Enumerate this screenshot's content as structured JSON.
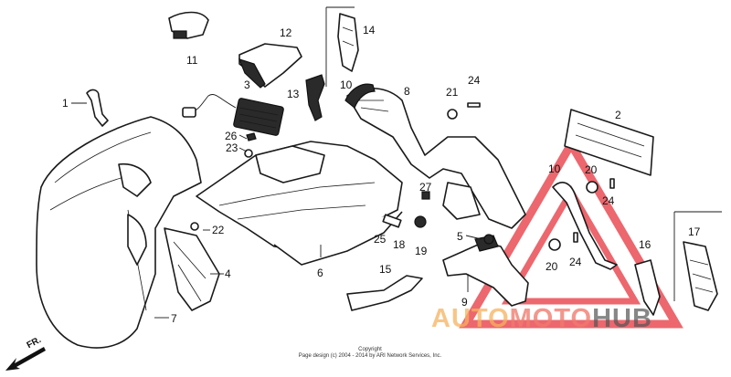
{
  "diagram": {
    "callouts": [
      {
        "id": "1",
        "label": "1"
      },
      {
        "id": "2",
        "label": "2"
      },
      {
        "id": "3",
        "label": "3"
      },
      {
        "id": "4",
        "label": "4"
      },
      {
        "id": "5",
        "label": "5"
      },
      {
        "id": "6",
        "label": "6"
      },
      {
        "id": "7",
        "label": "7"
      },
      {
        "id": "8",
        "label": "8"
      },
      {
        "id": "9",
        "label": "9"
      },
      {
        "id": "10a",
        "label": "10"
      },
      {
        "id": "10b",
        "label": "10"
      },
      {
        "id": "11",
        "label": "11"
      },
      {
        "id": "12",
        "label": "12"
      },
      {
        "id": "13",
        "label": "13"
      },
      {
        "id": "14",
        "label": "14"
      },
      {
        "id": "15",
        "label": "15"
      },
      {
        "id": "16",
        "label": "16"
      },
      {
        "id": "17",
        "label": "17"
      },
      {
        "id": "18",
        "label": "18"
      },
      {
        "id": "19",
        "label": "19"
      },
      {
        "id": "20a",
        "label": "20"
      },
      {
        "id": "20b",
        "label": "20"
      },
      {
        "id": "21",
        "label": "21"
      },
      {
        "id": "22",
        "label": "22"
      },
      {
        "id": "23",
        "label": "23"
      },
      {
        "id": "24a",
        "label": "24"
      },
      {
        "id": "24b",
        "label": "24"
      },
      {
        "id": "24c",
        "label": "24"
      },
      {
        "id": "25",
        "label": "25"
      },
      {
        "id": "26",
        "label": "26"
      },
      {
        "id": "27",
        "label": "27"
      }
    ],
    "direction_label": "FR."
  },
  "copyright": {
    "line1": "Copyright",
    "line2": "Page design (c) 2004 - 2014 by ARI Network Services, Inc."
  },
  "watermark": {
    "part1": "AUTO",
    "part2": "MOTO",
    "part3": "HUB",
    "colors": {
      "auto": "#f6b25e",
      "moto": "#f07a6e",
      "hub": "#555555",
      "triangle": "#e8424a"
    }
  }
}
